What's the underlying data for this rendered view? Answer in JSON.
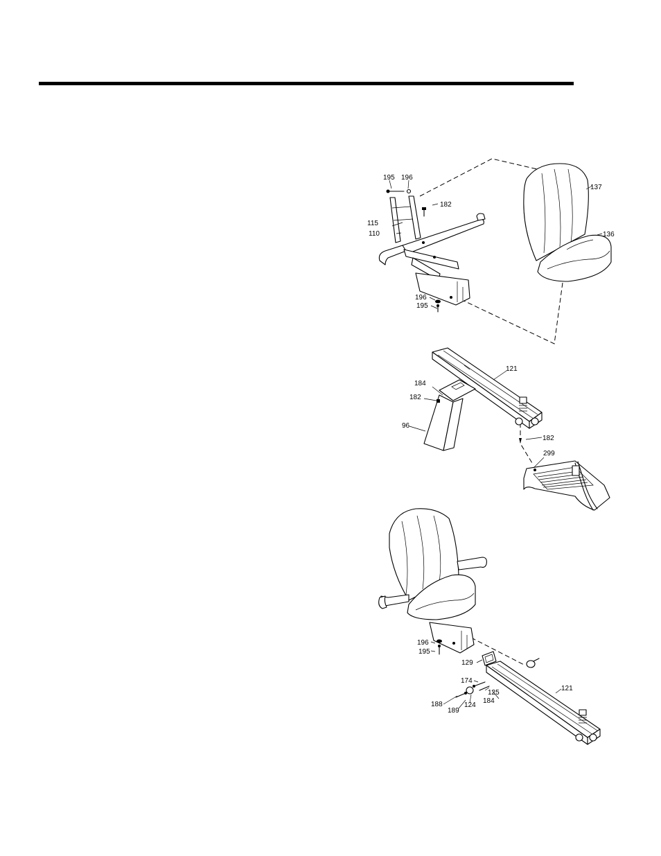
{
  "figures": [
    {
      "id": "seat-back-assembly",
      "callouts": [
        "195",
        "196",
        "182",
        "115",
        "110",
        "196",
        "195",
        "137",
        "136"
      ]
    },
    {
      "id": "seat-rail-assembly",
      "callouts": [
        "121",
        "184",
        "182",
        "96",
        "182",
        "299"
      ]
    },
    {
      "id": "seat-mounting-assembly",
      "callouts": [
        "196",
        "195",
        "129",
        "174",
        "125",
        "184",
        "121",
        "188",
        "189",
        "124"
      ]
    }
  ]
}
